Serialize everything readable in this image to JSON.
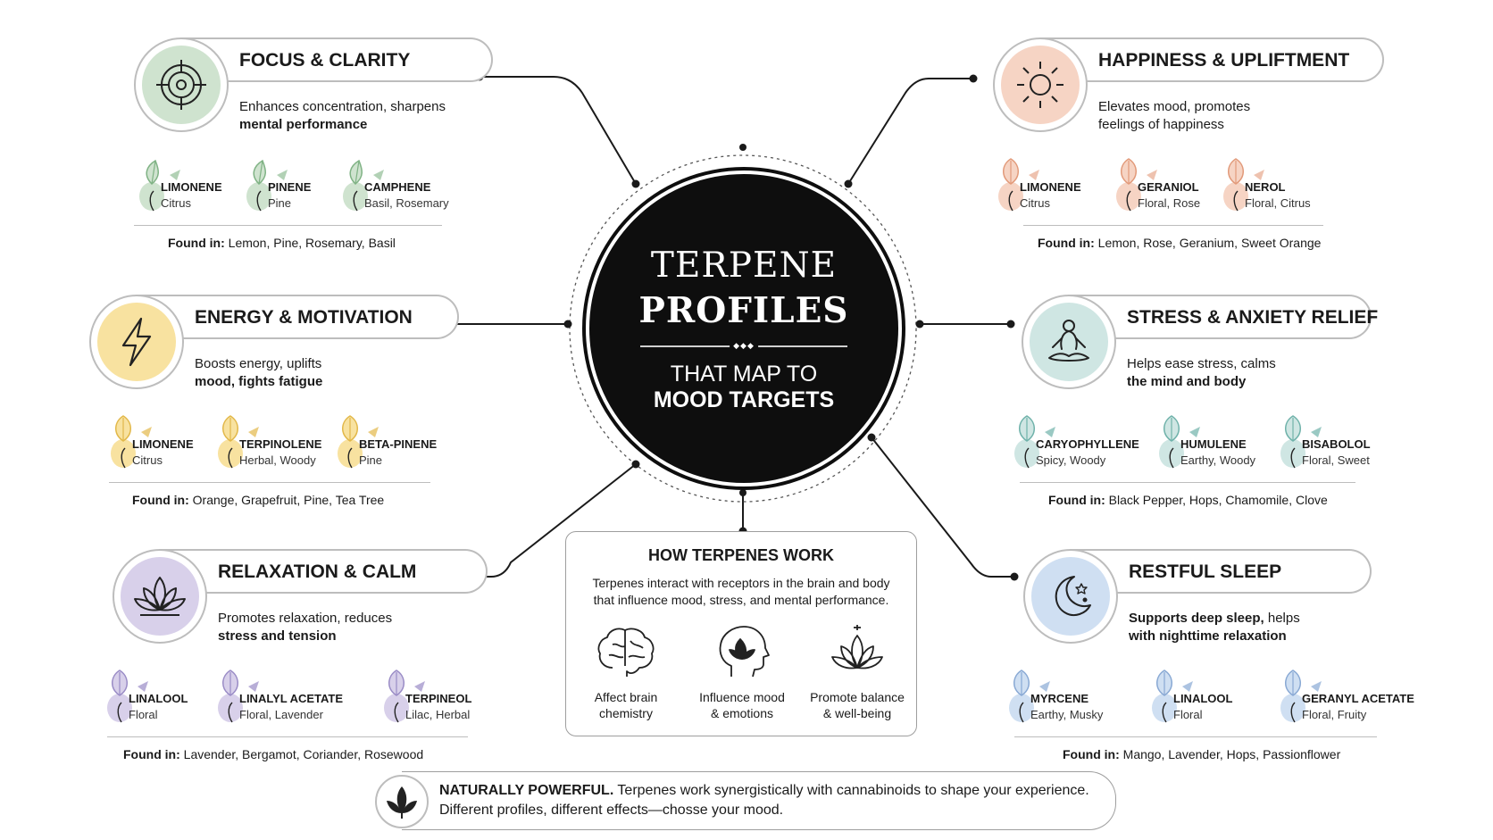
{
  "center": {
    "title_line1": "TERPENE",
    "title_line2": "PROFILES",
    "subtitle_line1": "THAT MAP TO",
    "subtitle_line2": "MOOD TARGETS"
  },
  "colors": {
    "green": "#cfe3cf",
    "green_dark": "#7fb284",
    "peach": "#f6d4c4",
    "peach_dark": "#e29a7a",
    "yellow": "#f8e2a0",
    "yellow_dark": "#e2b84a",
    "teal": "#cfe6e3",
    "teal_dark": "#6fb2aa",
    "lavender": "#d8d0ea",
    "lavender_dark": "#9a8cc6",
    "blue": "#cfdff2",
    "blue_dark": "#89a9d4"
  },
  "categories": {
    "focus": {
      "title": "FOCUS & CLARITY",
      "desc_line1": "Enhances concentration, sharpens",
      "desc_line2": "mental performance",
      "icon": "target-icon",
      "terpenes": [
        {
          "name": "LIMONENE",
          "note": "Citrus"
        },
        {
          "name": "PINENE",
          "note": "Pine"
        },
        {
          "name": "CAMPHENE",
          "note": "Basil, Rosemary"
        }
      ],
      "found_label": "Found in:",
      "found_value": " Lemon, Pine, Rosemary, Basil"
    },
    "happiness": {
      "title": "HAPPINESS & UPLIFTMENT",
      "desc_line1": "Elevates mood, promotes",
      "desc_line2": "feelings of happiness",
      "icon": "sun-icon",
      "terpenes": [
        {
          "name": "LIMONENE",
          "note": "Citrus"
        },
        {
          "name": "GERANIOL",
          "note": "Floral, Rose"
        },
        {
          "name": "NEROL",
          "note": "Floral, Citrus"
        }
      ],
      "found_label": "Found in:",
      "found_value": " Lemon, Rose, Geranium, Sweet Orange"
    },
    "energy": {
      "title": "ENERGY & MOTIVATION",
      "desc_line1": "Boosts energy, uplifts",
      "desc_line2": "mood, fights fatigue",
      "icon": "lightning-icon",
      "terpenes": [
        {
          "name": "LIMONENE",
          "note": "Citrus"
        },
        {
          "name": "TERPINOLENE",
          "note": "Herbal, Woody"
        },
        {
          "name": "BETA-PINENE",
          "note": "Pine"
        }
      ],
      "found_label": "Found in:",
      "found_value": " Orange, Grapefruit, Pine, Tea Tree"
    },
    "stress": {
      "title": "STRESS & ANXIETY RELIEF",
      "desc_line1": "Helps ease stress, calms",
      "desc_line2": "the mind and body",
      "icon": "meditation-icon",
      "terpenes": [
        {
          "name": "CARYOPHYLLENE",
          "note": "Spicy, Woody"
        },
        {
          "name": "HUMULENE",
          "note": "Earthy, Woody"
        },
        {
          "name": "BISABOLOL",
          "note": "Floral, Sweet"
        }
      ],
      "found_label": "Found in:",
      "found_value": " Black Pepper, Hops, Chamomile, Clove"
    },
    "relaxation": {
      "title": "RELAXATION & CALM",
      "desc_line1": "Promotes relaxation, reduces",
      "desc_line2": "stress and tension",
      "icon": "lotus-icon",
      "terpenes": [
        {
          "name": "LINALOOL",
          "note": "Floral"
        },
        {
          "name": "LINALYL ACETATE",
          "note": "Floral, Lavender"
        },
        {
          "name": "TERPINEOL",
          "note": "Lilac, Herbal"
        }
      ],
      "found_label": "Found in:",
      "found_value": " Lavender, Bergamot, Coriander, Rosewood"
    },
    "sleep": {
      "title": "RESTFUL SLEEP",
      "desc_line1": "Supports deep sleep,",
      "desc_line1b": " helps",
      "desc_line2": "with nighttime relaxation",
      "icon": "moon-icon",
      "terpenes": [
        {
          "name": "MYRCENE",
          "note": "Earthy, Musky"
        },
        {
          "name": "LINALOOL",
          "note": "Floral"
        },
        {
          "name": "GERANYL ACETATE",
          "note": "Floral, Fruity"
        }
      ],
      "found_label": "Found in:",
      "found_value": " Mango, Lavender, Hops, Passionflower"
    }
  },
  "how": {
    "title": "HOW TERPENES WORK",
    "desc_line1": "Terpenes interact with receptors in the brain and body",
    "desc_line2": "that influence mood, stress, and mental performance.",
    "items": [
      {
        "line1": "Affect brain",
        "line2": "chemistry",
        "icon": "brain-icon"
      },
      {
        "line1": "Influence mood",
        "line2": "& emotions",
        "icon": "head-leaf-icon"
      },
      {
        "line1": "Promote balance",
        "line2": "& well-being",
        "icon": "lotus-icon"
      }
    ]
  },
  "banner": {
    "bold": "NATURALLY POWERFUL.",
    "line1": " Terpenes work synergistically with cannabinoids to shape your experience.",
    "line2": "Different profiles, different effects—chosse your mood.",
    "icon": "leaf-icon"
  }
}
